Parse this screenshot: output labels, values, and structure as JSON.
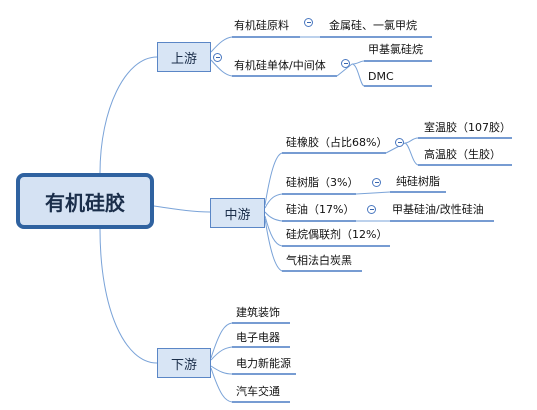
{
  "root": {
    "label": "有机硅胶"
  },
  "branches": [
    {
      "label": "上游",
      "children": [
        {
          "label": "有机硅原料",
          "children": [
            {
              "label": "金属硅、一氯甲烷"
            }
          ]
        },
        {
          "label": "有机硅单体/中间体",
          "children": [
            {
              "label": "甲基氯硅烷"
            },
            {
              "label": "DMC"
            }
          ]
        }
      ]
    },
    {
      "label": "中游",
      "children": [
        {
          "label": "硅橡胶（占比68%）",
          "children": [
            {
              "label": "室温胶（107胶）"
            },
            {
              "label": "高温胶（生胶）"
            }
          ]
        },
        {
          "label": "硅树脂（3%）",
          "children": [
            {
              "label": "纯硅树脂"
            }
          ]
        },
        {
          "label": "硅油（17%）",
          "children": [
            {
              "label": "甲基硅油/改性硅油"
            }
          ]
        },
        {
          "label": "硅烷偶联剂（12%）"
        },
        {
          "label": "气相法白炭黑"
        }
      ]
    },
    {
      "label": "下游",
      "children": [
        {
          "label": "建筑装饰"
        },
        {
          "label": "电子电器"
        },
        {
          "label": "电力新能源"
        },
        {
          "label": "汽车交通"
        }
      ]
    }
  ],
  "colors": {
    "line": "#7aa3d8",
    "underline": "#4a7cc4",
    "root_border": "#2f62a0"
  }
}
